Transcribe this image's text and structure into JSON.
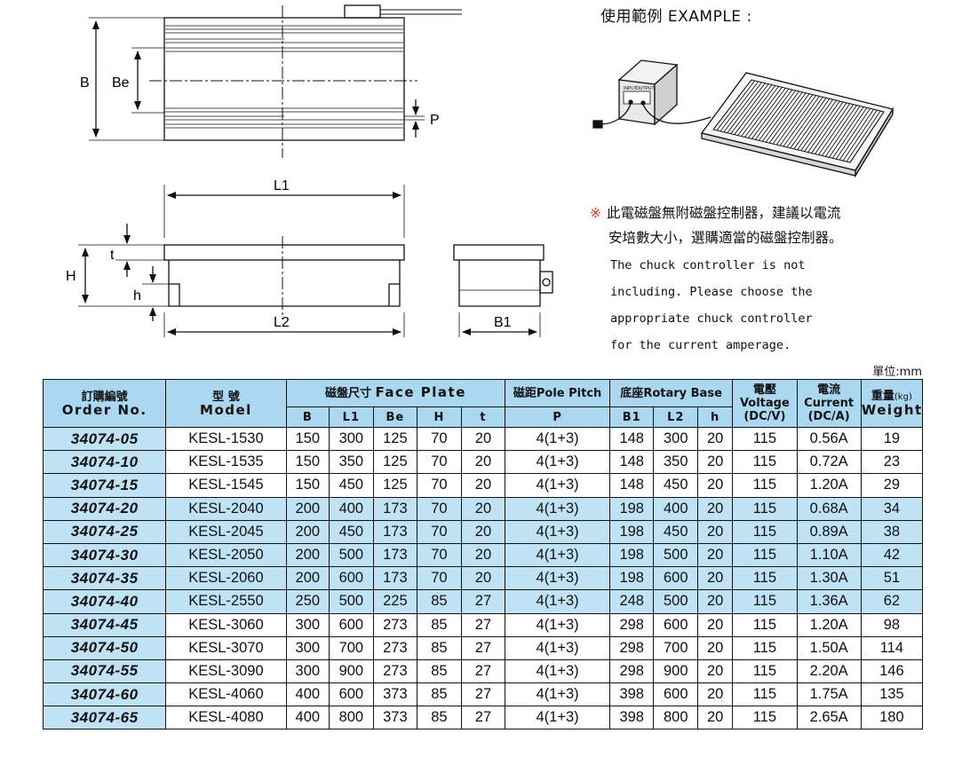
{
  "drawing_labels": {
    "B": "B",
    "Be": "Be",
    "P": "P",
    "L1": "L1",
    "L2": "L2",
    "H": "H",
    "t": "t",
    "h": "h",
    "B1": "B1"
  },
  "device_labels": {
    "input": "INPUT",
    "output": "OUTPUT"
  },
  "example_title": "使用範例 EXAMPLE :",
  "note": {
    "mark": "※",
    "cn_line1": "此電磁盤無附磁盤控制器，建議以電流",
    "cn_line2": "安培數大小，選購適當的磁盤控制器。",
    "en_lines": [
      "The chuck controller is not",
      "including. Please choose the",
      "appropriate chuck controller",
      "for the current amperage."
    ]
  },
  "unit": "單位:mm",
  "table": {
    "header": {
      "order_cn": "訂購編號",
      "order_en": "Order No.",
      "model_cn": "型 號",
      "model_en": "Model",
      "face_cn": "磁盤尺寸",
      "face_en": "Face Plate",
      "pitch": "磁距Pole Pitch",
      "base_cn": "底座",
      "base_en": "Rotary Base",
      "volt_cn": "電壓",
      "volt_en": "Voltage",
      "volt_unit": "(DC/V)",
      "cur_cn": "電流",
      "cur_en": "Current",
      "cur_unit": "(DC/A)",
      "wt_cn": "重量",
      "wt_unit": "(kg)",
      "wt_en": "Weight",
      "sub": [
        "B",
        "L1",
        "Be",
        "H",
        "t",
        "P",
        "B1",
        "L2",
        "h"
      ]
    },
    "rows": [
      [
        "34074-05",
        "KESL-1530",
        "150",
        "300",
        "125",
        "70",
        "20",
        "4(1+3)",
        "148",
        "300",
        "20",
        "115",
        "0.56A",
        "19"
      ],
      [
        "34074-10",
        "KESL-1535",
        "150",
        "350",
        "125",
        "70",
        "20",
        "4(1+3)",
        "148",
        "350",
        "20",
        "115",
        "0.72A",
        "23"
      ],
      [
        "34074-15",
        "KESL-1545",
        "150",
        "450",
        "125",
        "70",
        "20",
        "4(1+3)",
        "148",
        "450",
        "20",
        "115",
        "1.20A",
        "29"
      ],
      [
        "34074-20",
        "KESL-2040",
        "200",
        "400",
        "173",
        "70",
        "20",
        "4(1+3)",
        "198",
        "400",
        "20",
        "115",
        "0.68A",
        "34"
      ],
      [
        "34074-25",
        "KESL-2045",
        "200",
        "450",
        "173",
        "70",
        "20",
        "4(1+3)",
        "198",
        "450",
        "20",
        "115",
        "0.89A",
        "38"
      ],
      [
        "34074-30",
        "KESL-2050",
        "200",
        "500",
        "173",
        "70",
        "20",
        "4(1+3)",
        "198",
        "500",
        "20",
        "115",
        "1.10A",
        "42"
      ],
      [
        "34074-35",
        "KESL-2060",
        "200",
        "600",
        "173",
        "70",
        "20",
        "4(1+3)",
        "198",
        "600",
        "20",
        "115",
        "1.30A",
        "51"
      ],
      [
        "34074-40",
        "KESL-2550",
        "250",
        "500",
        "225",
        "85",
        "27",
        "4(1+3)",
        "248",
        "500",
        "20",
        "115",
        "1.36A",
        "62"
      ],
      [
        "34074-45",
        "KESL-3060",
        "300",
        "600",
        "273",
        "85",
        "27",
        "4(1+3)",
        "298",
        "600",
        "20",
        "115",
        "1.20A",
        "98"
      ],
      [
        "34074-50",
        "KESL-3070",
        "300",
        "700",
        "273",
        "85",
        "27",
        "4(1+3)",
        "298",
        "700",
        "20",
        "115",
        "1.50A",
        "114"
      ],
      [
        "34074-55",
        "KESL-3090",
        "300",
        "900",
        "273",
        "85",
        "27",
        "4(1+3)",
        "298",
        "900",
        "20",
        "115",
        "2.20A",
        "146"
      ],
      [
        "34074-60",
        "KESL-4060",
        "400",
        "600",
        "373",
        "85",
        "27",
        "4(1+3)",
        "398",
        "600",
        "20",
        "115",
        "1.75A",
        "135"
      ],
      [
        "34074-65",
        "KESL-4080",
        "400",
        "800",
        "373",
        "85",
        "27",
        "4(1+3)",
        "398",
        "800",
        "20",
        "115",
        "2.65A",
        "180"
      ]
    ],
    "blue_rows": [
      3,
      4,
      5,
      6,
      7
    ]
  }
}
